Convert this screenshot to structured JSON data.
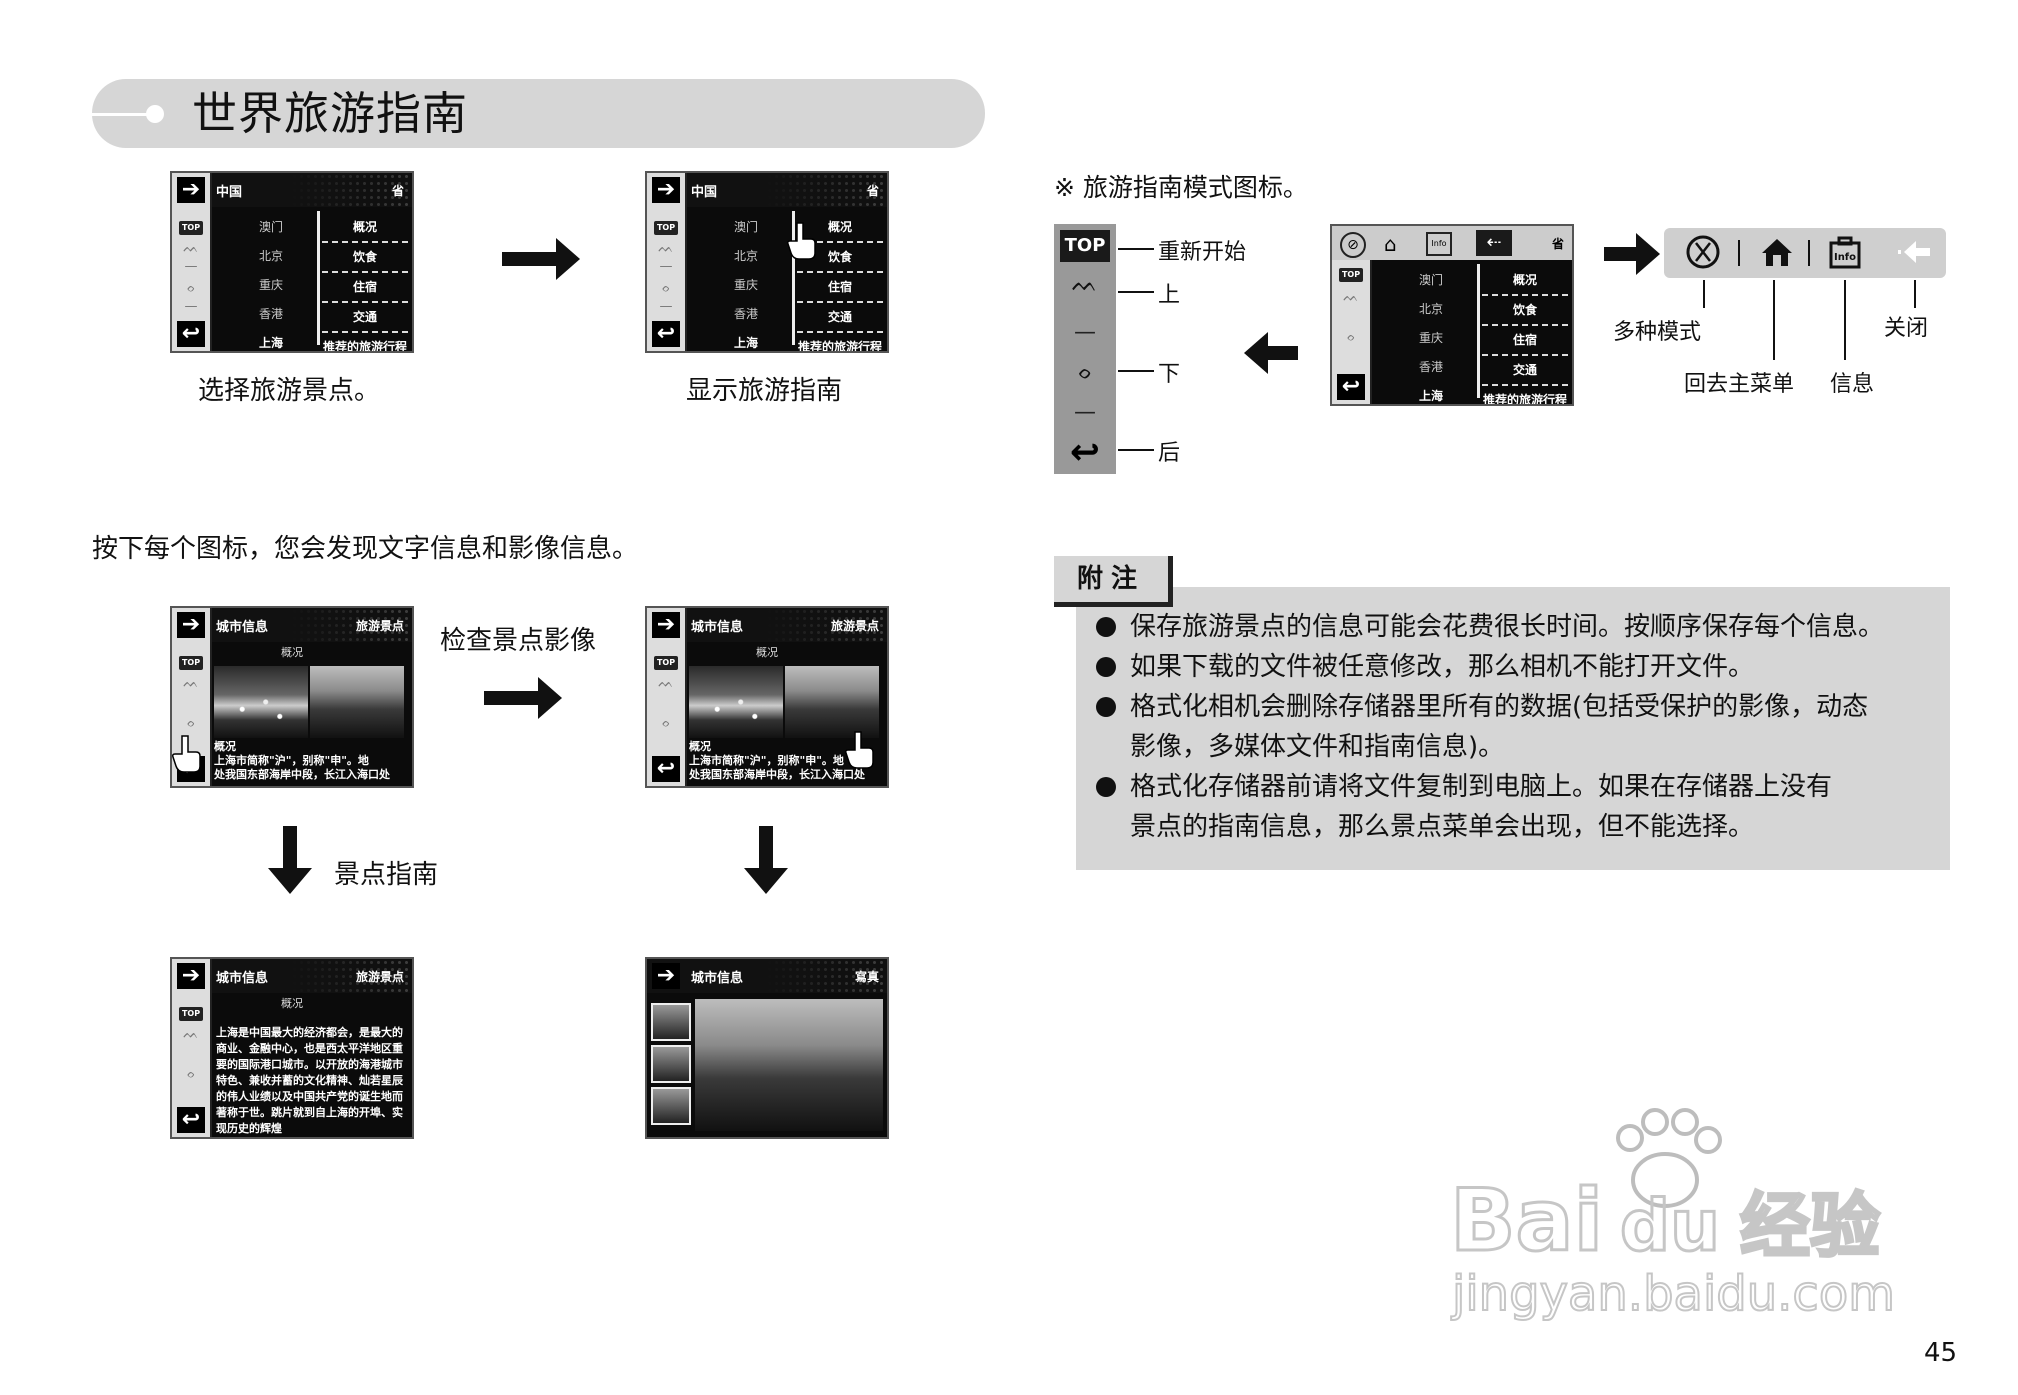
{
  "section_title": "世界旅游指南",
  "screen_common": {
    "country": "中国",
    "province_tag": "省",
    "top_icon": "TOP",
    "cities": [
      "澳门",
      "北京",
      "重庆",
      "香港",
      "上海"
    ],
    "menu": [
      "概况",
      "饮食",
      "住宿",
      "交通",
      "推荐的旅游行程"
    ],
    "city_info": "城市信息",
    "tourist_spot": "旅游景点",
    "overview": "概况",
    "photo_title": "寫真",
    "caption_lines": [
      "概况",
      "上海市简称\"沪\"，别称\"申\"。地",
      "处我国东部海岸中段，长江入海口处"
    ],
    "long_text": "上海是中国最大的经济都会，是最大的商业、金融中心，也是西太平洋地区重要的国际港口城市。以开放的海港城市特色、兼收并蓄的文化精神、灿若星辰的伟人业绩以及中国共产党的诞生地而著称于世。跳片就到自上海的开埠、实现历史的辉煌"
  },
  "step_labels": {
    "select": "选择旅游景点。",
    "display": "显示旅游指南",
    "check_image": "检查景点影像",
    "guide": "景点指南"
  },
  "instruction": "按下每个图标，您会发现文字信息和影像信息。",
  "mode_icons_note": "※ 旅游指南模式图标。",
  "nav_callouts": [
    "重新开始",
    "上",
    "下",
    "后"
  ],
  "icon_callouts": {
    "multi_mode": "多种模式",
    "home": "回去主菜单",
    "info": "信息",
    "close": "关闭"
  },
  "info_icon_text": "Info",
  "note": {
    "title": "附注",
    "items": [
      "保存旅游景点的信息可能会花费很长时间。按顺序保存每个信息。",
      "如果下载的文件被任意修改，那么相机不能打开文件。",
      "格式化相机会删除存储器里所有的数据(包括受保护的影像，动态",
      "影像，多媒体文件和指南信息)。",
      "格式化存储器前请将文件复制到电脑上。如果在存储器上没有",
      "景点的指南信息，那么景点菜单会出现，但不能选择。"
    ]
  },
  "page_number": "45",
  "watermark": {
    "brand": "Baidu经验",
    "url": "jingyan.baidu.com"
  }
}
